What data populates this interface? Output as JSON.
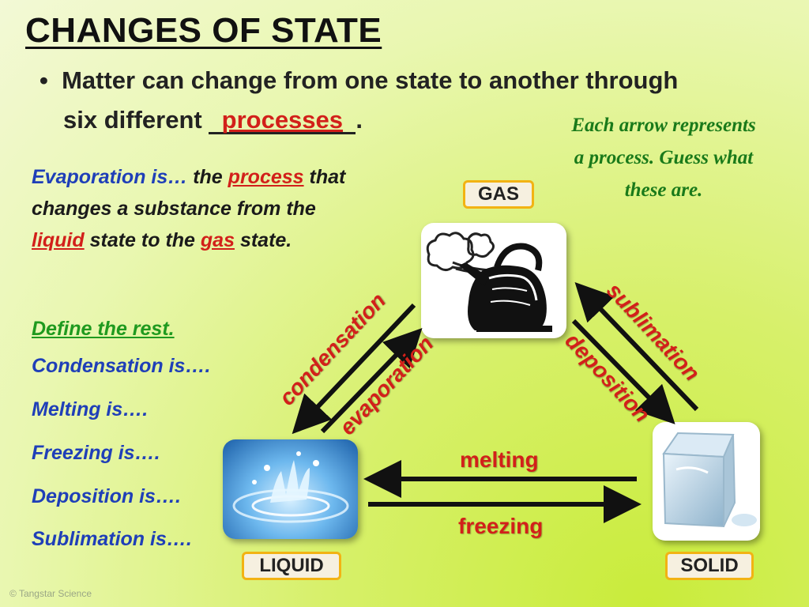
{
  "title": "CHANGES OF STATE",
  "intro": {
    "bullet": "•",
    "line1": "Matter can change from one state to another through",
    "line2_prefix": "six different",
    "answer": "processes",
    "line2_suffix": "."
  },
  "note": {
    "line1": "Each arrow represents",
    "line2": "a process.  Guess what",
    "line3": "these are."
  },
  "definition": {
    "lead": "Evaporation is…",
    "t1": " the ",
    "w_process": "process",
    "t2": " that",
    "line2": "changes a substance from the",
    "w_liquid": "liquid",
    "t3": " state to the ",
    "w_gas": "gas",
    "t4": " state."
  },
  "define_rest": "Define the rest.",
  "questions": [
    "Condensation is….",
    "Melting is….",
    "Freezing is….",
    "Deposition is….",
    "Sublimation is…."
  ],
  "states": {
    "gas": "GAS",
    "liquid": "LIQUID",
    "solid": "SOLID"
  },
  "processes": {
    "condensation": "condensation",
    "evaporation": "evaporation",
    "sublimation": "sublimation",
    "deposition": "deposition",
    "melting": "melting",
    "freezing": "freezing"
  },
  "copyright": "© Tangstar Science",
  "colors": {
    "answer_red": "#d2201a",
    "question_blue": "#1f3fb8",
    "note_green": "#1a7a1a",
    "label_border": "#f2b313"
  },
  "icons": [
    "kettle-image",
    "water-splash-image",
    "ice-cube-image"
  ]
}
